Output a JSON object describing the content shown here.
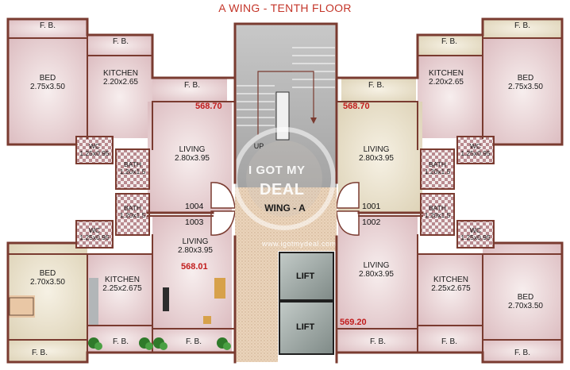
{
  "title": "A WING - TENTH FLOOR",
  "wing_label": "WING - A",
  "stair_up": "UP",
  "lift_label": "LIFT",
  "watermark": {
    "site": "www.igotmydeal.com",
    "logo_top": "I GOT MY",
    "logo_bottom": "DEAL"
  },
  "flats": {
    "f1003": {
      "number": "1003",
      "area": "568.01",
      "rooms": {
        "bed": {
          "name": "BED",
          "dim": "2.70x3.50"
        },
        "kitchen": {
          "name": "KITCHEN",
          "dim": "2.25x2.675"
        },
        "living": {
          "name": "LIVING",
          "dim": "2.80x3.95"
        },
        "bath": {
          "name": "BATH",
          "dim": "1.20x1.5"
        },
        "wc": {
          "name": "WC",
          "dim": "1.25x0.95"
        }
      }
    },
    "f1004": {
      "number": "1004",
      "area": "568.70",
      "rooms": {
        "bed": {
          "name": "BED",
          "dim": "2.75x3.50"
        },
        "kitchen": {
          "name": "KITCHEN",
          "dim": "2.20x2.65"
        },
        "living": {
          "name": "LIVING",
          "dim": "2.80x3.95"
        },
        "bath": {
          "name": "BATH",
          "dim": "1.20x1.5"
        },
        "wc": {
          "name": "WC",
          "dim": "1.25x0.95"
        }
      }
    },
    "f1001": {
      "number": "1001",
      "area": "568.70",
      "rooms": {
        "bed": {
          "name": "BED",
          "dim": "2.75x3.50"
        },
        "kitchen": {
          "name": "KITCHEN",
          "dim": "2.20x2.65"
        },
        "living": {
          "name": "LIVING",
          "dim": "2.80x3.95"
        },
        "bath": {
          "name": "BATH",
          "dim": "1.20x1.5"
        },
        "wc": {
          "name": "WC",
          "dim": "1.25x0.95"
        }
      }
    },
    "f1002": {
      "number": "1002",
      "area": "569.20",
      "rooms": {
        "bed": {
          "name": "BED",
          "dim": "2.70x3.50"
        },
        "kitchen": {
          "name": "KITCHEN",
          "dim": "2.25x2.675"
        },
        "living": {
          "name": "LIVING",
          "dim": "2.80x3.95"
        },
        "bath": {
          "name": "BATH",
          "dim": "1.20x1.5"
        },
        "wc": {
          "name": "WC",
          "dim": "1.25x0.95"
        }
      }
    }
  },
  "fb_label": "F. B.",
  "colors": {
    "wall": "#7a3b30",
    "floor_pink": "#e9d4d6",
    "floor_cream": "#e9e2cf",
    "floor_tan": "#d4c6a6",
    "corridor": "#e8d0b4",
    "stair": "#b9b9b9",
    "lift": "#9fa8a5",
    "area_text": "#c11d1d",
    "title_text": "#c4362a"
  }
}
